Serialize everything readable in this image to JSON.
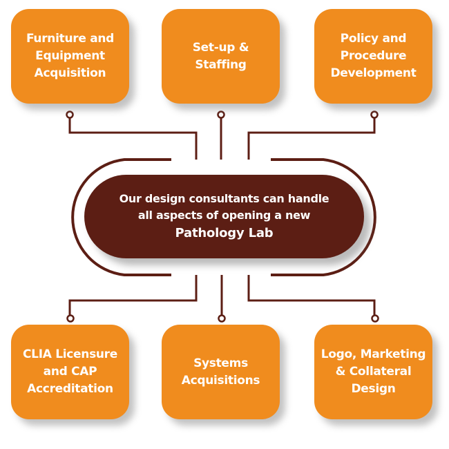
{
  "colors": {
    "box": "#F08C1E",
    "accent_dark": "#5C1E14",
    "text_light": "#FFFFFF"
  },
  "center": {
    "line1": "Our design consultants can handle",
    "line2": "all aspects of opening a new",
    "line3": "Pathology Lab"
  },
  "top_boxes": [
    {
      "label": "Furniture and\nEquipment\nAcquisition"
    },
    {
      "label": "Set-up &\nStaffing"
    },
    {
      "label": "Policy and\nProcedure\nDevelopment"
    }
  ],
  "bottom_boxes": [
    {
      "label": "CLIA Licensure\nand CAP\nAccreditation"
    },
    {
      "label": "Systems\nAcquisitions"
    },
    {
      "label": "Logo, Marketing\n& Collateral\nDesign"
    }
  ]
}
